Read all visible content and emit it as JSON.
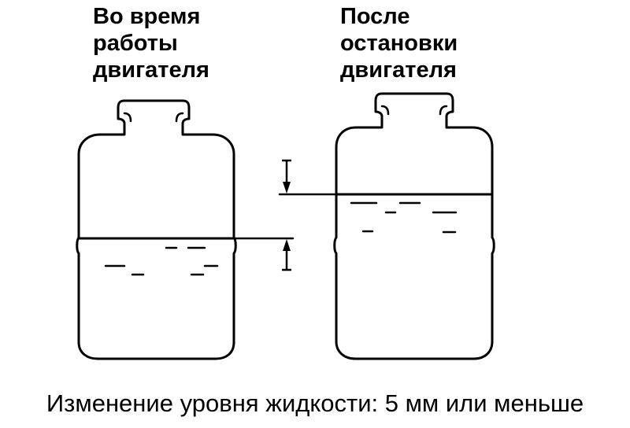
{
  "labels": {
    "during_operation": [
      "Во время",
      "работы",
      "двигателя"
    ],
    "after_stop": [
      "После",
      "остановки",
      "двигателя"
    ]
  },
  "caption": "Изменение уровня жидкости: 5 мм или меньше",
  "colors": {
    "line": "#000000",
    "background": "#ffffff"
  }
}
